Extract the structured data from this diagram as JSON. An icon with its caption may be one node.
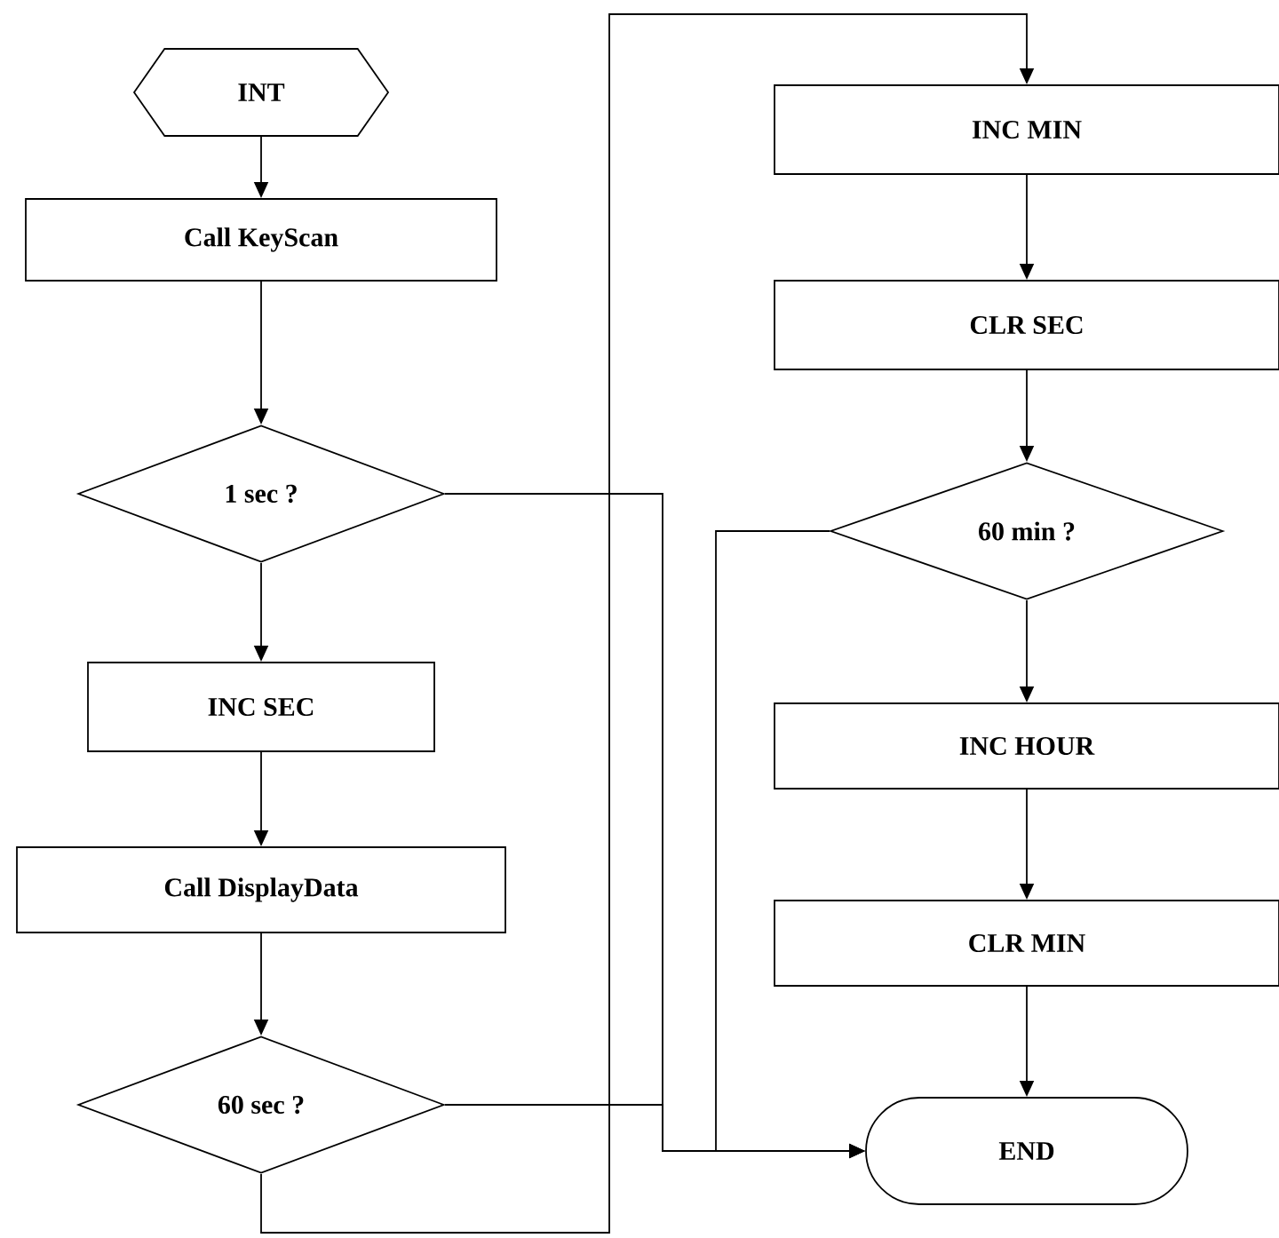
{
  "diagram": {
    "nodes": [
      {
        "text": [
          "INT"
        ]
      },
      {
        "text": [
          "Call KeyScan"
        ]
      },
      {
        "text": [
          "1 sec ?"
        ]
      },
      {
        "text": [
          "INC SEC"
        ]
      },
      {
        "text": [
          "Call DisplayData"
        ]
      },
      {
        "text": [
          "60 sec ?"
        ]
      },
      {
        "text": [
          "INC MIN"
        ]
      },
      {
        "text": [
          "CLR SEC"
        ]
      },
      {
        "text": [
          "60 min ?"
        ]
      },
      {
        "text": [
          "INC HOUR"
        ]
      },
      {
        "text": [
          "CLR MIN"
        ]
      },
      {
        "text": [
          "END"
        ]
      }
    ],
    "edges": [
      {
        "from": 0,
        "to": 1,
        "arrow": "to"
      },
      {
        "from": 1,
        "to": 2,
        "arrow": "to"
      },
      {
        "from": 2,
        "to": 3,
        "arrow": "to"
      },
      {
        "from": 3,
        "to": 4,
        "arrow": "to"
      },
      {
        "from": 4,
        "to": 5,
        "arrow": "to"
      },
      {
        "from": 5,
        "to": 6,
        "arrow": "to"
      },
      {
        "from": 6,
        "to": 7,
        "arrow": "to"
      },
      {
        "from": 7,
        "to": 8,
        "arrow": "to"
      },
      {
        "from": 8,
        "to": 9,
        "arrow": "to"
      },
      {
        "from": 9,
        "to": 10,
        "arrow": "to"
      },
      {
        "from": 10,
        "to": 11,
        "arrow": "to"
      },
      {
        "from": 2,
        "to": 11,
        "arrow": "to"
      },
      {
        "from": 5,
        "to": 11,
        "arrow": "to"
      },
      {
        "from": 8,
        "to": 11,
        "arrow": "to"
      }
    ]
  }
}
